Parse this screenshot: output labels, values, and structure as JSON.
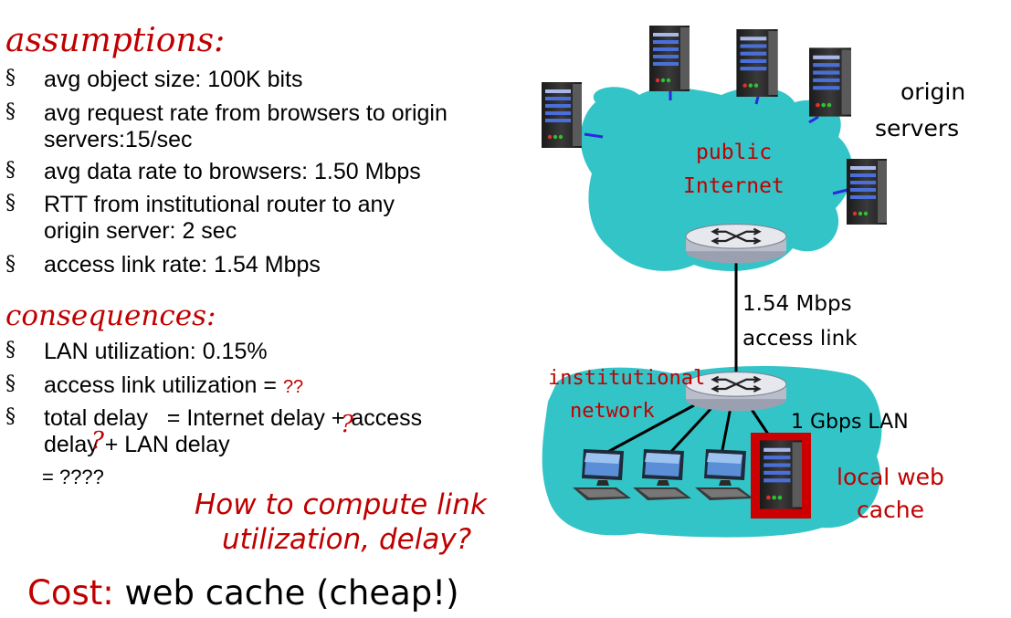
{
  "assumptions": {
    "heading": "assumptions:",
    "bullet_symbol": "§",
    "items": [
      "avg object size: 100K bits",
      "avg request rate from browsers to origin",
      "servers:15/sec",
      "avg data rate to browsers: 1.50 Mbps",
      "RTT from institutional router to any",
      "origin server: 2 sec",
      "access link rate: 1.54 Mbps"
    ]
  },
  "consequences": {
    "heading": "consequences:",
    "lan_util": "LAN utilization: 0.15%",
    "access_util_prefix": "access link utilization = ",
    "access_util_value": "??",
    "total_delay_line1": "total delay   = Internet delay + access",
    "total_delay_line2": "delay + LAN delay",
    "total_delay_result": "= ????",
    "q_mark": "?"
  },
  "question": {
    "line1": "How to compute link",
    "line2": "utilization, delay?"
  },
  "cost": {
    "label": "Cost:",
    "value": "web cache (cheap!)"
  },
  "diagram": {
    "origin_servers_line1": "origin",
    "origin_servers_line2": "servers",
    "public_internet_line1": "public",
    "public_internet_line2": "Internet",
    "access_link_line1": "1.54 Mbps",
    "access_link_line2": "access link",
    "institutional_line1": "institutional",
    "institutional_line2": "network",
    "lan_label": "1 Gbps LAN",
    "cache_line1": "local web",
    "cache_line2": "cache"
  },
  "colors": {
    "red": "#c00000",
    "cloud": "#33c4c8",
    "server_dark": "#2b2b2b",
    "server_blue": "#4a6fd8",
    "cache_box": "#cc0000"
  }
}
